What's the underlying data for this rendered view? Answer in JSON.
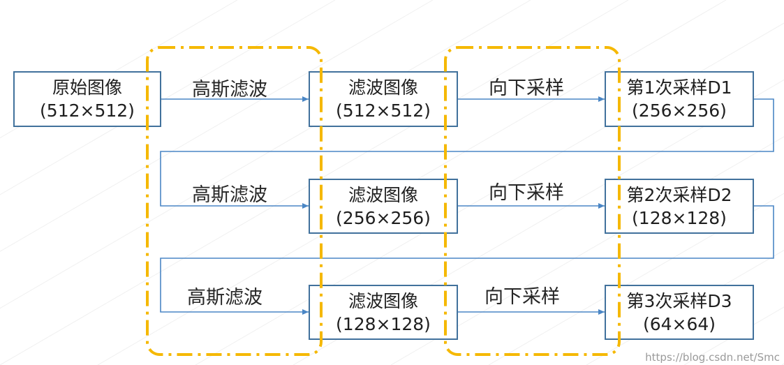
{
  "colors": {
    "node_border": "#41719C",
    "arrow": "#4A86C5",
    "group_dash": "#F5B800"
  },
  "nodes": {
    "original": {
      "title": "原始图像",
      "size": "(512×512)"
    },
    "filtered1": {
      "title": "滤波图像",
      "size": "(512×512)"
    },
    "sample1": {
      "title": "第1次采样D1",
      "size": "(256×256)"
    },
    "filtered2": {
      "title": "滤波图像",
      "size": "(256×256)"
    },
    "sample2": {
      "title": "第2次采样D2",
      "size": "(128×128)"
    },
    "filtered3": {
      "title": "滤波图像",
      "size": "(128×128)"
    },
    "sample3": {
      "title": "第3次采样D3",
      "size": "(64×64)"
    }
  },
  "edges": {
    "gauss1": "高斯滤波",
    "down1": "向下采样",
    "gauss2": "高斯滤波",
    "down2": "向下采样",
    "gauss3": "高斯滤波",
    "down3": "向下采样"
  },
  "watermark": "https://blog.csdn.net/Smc"
}
